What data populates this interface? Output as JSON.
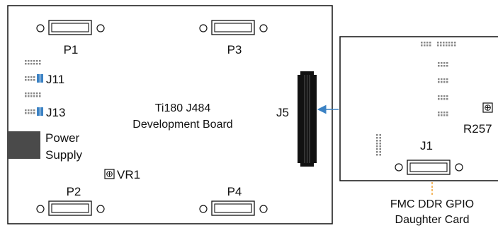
{
  "main_board": {
    "title_line1": "Ti180 J484",
    "title_line2": "Development Board",
    "connectors": {
      "p1": "P1",
      "p2": "P2",
      "p3": "P3",
      "p4": "P4"
    },
    "headers": {
      "j11": "J11",
      "j13": "J13"
    },
    "j5": "J5",
    "power_line1": "Power",
    "power_line2": "Supply",
    "vr1": "VR1"
  },
  "daughter_card": {
    "j1": "J1",
    "r257": "R257",
    "caption_line1": "FMC DDR GPIO",
    "caption_line2": "Daughter Card"
  },
  "colors": {
    "outline": "#111111",
    "pin": "#888888",
    "jumper": "#3b82c4",
    "arrow": "#3b82c4",
    "power_block": "#4a4a4a",
    "leader": "#f0a030"
  }
}
